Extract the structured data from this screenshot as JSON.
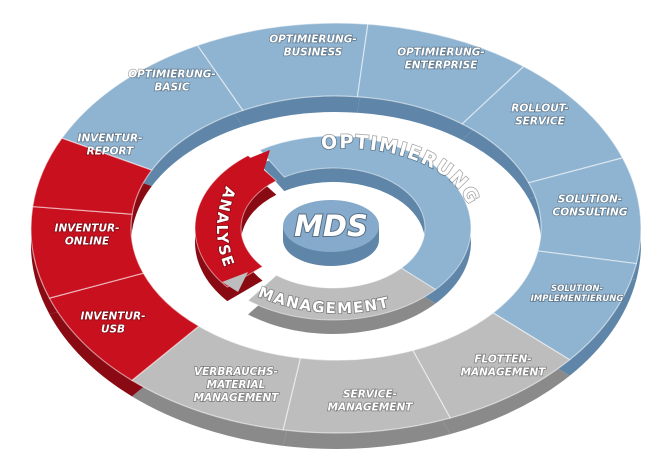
{
  "colors": {
    "blue": "#8fb4d2",
    "blue_dark": "#5f86a8",
    "red": "#c8101e",
    "red_dark": "#8a0a14",
    "gray": "#bdbdbd",
    "gray_dark": "#8a8a8a",
    "hub": "#86aacb"
  },
  "hub": {
    "label": "MDS"
  },
  "inner_ring": {
    "optimierung": "OPTIMIERUNG",
    "analyse": "ANALYSE",
    "management": "MANAGEMENT"
  },
  "outer_ring": [
    {
      "lines": [
        "OPTIMIERUNG-",
        "BASIC"
      ],
      "color": "blue"
    },
    {
      "lines": [
        "OPTIMIERUNG-",
        "BUSINESS"
      ],
      "color": "blue"
    },
    {
      "lines": [
        "OPTIMIERUNG-",
        "ENTERPRISE"
      ],
      "color": "blue"
    },
    {
      "lines": [
        "ROLLOUT-",
        "SERVICE"
      ],
      "color": "blue"
    },
    {
      "lines": [
        "SOLUTION-",
        "CONSULTING"
      ],
      "color": "blue"
    },
    {
      "lines": [
        "SOLUTION-",
        "IMPLEMENTIERUNG"
      ],
      "color": "blue"
    },
    {
      "lines": [
        "FLOTTEN-",
        "MANAGEMENT"
      ],
      "color": "gray"
    },
    {
      "lines": [
        "SERVICE-",
        "MANAGEMENT"
      ],
      "color": "gray"
    },
    {
      "lines": [
        "VERBRAUCHS-",
        "MATERIAL",
        "MANAGEMENT"
      ],
      "color": "gray"
    },
    {
      "lines": [
        "INVENTUR-",
        "USB"
      ],
      "color": "red"
    },
    {
      "lines": [
        "INVENTUR-",
        "ONLINE"
      ],
      "color": "red"
    },
    {
      "lines": [
        "INVENTUR-",
        "REPORT"
      ],
      "color": "red"
    }
  ]
}
